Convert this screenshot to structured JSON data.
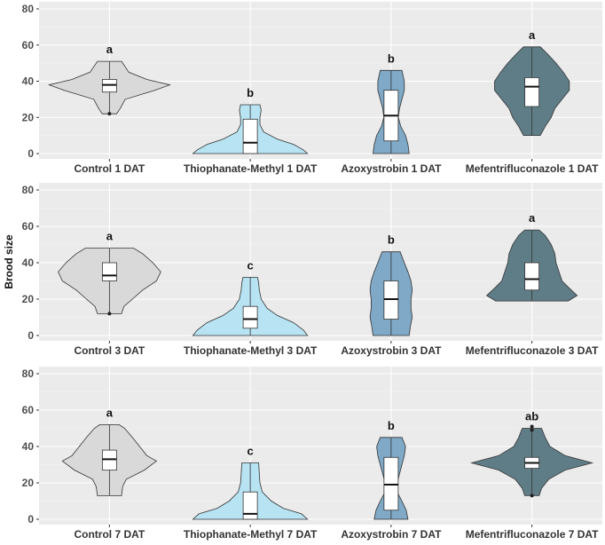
{
  "chart_data": [
    {
      "type": "violin",
      "ylim": [
        0,
        80
      ],
      "yticks": [
        0,
        20,
        40,
        60,
        80
      ],
      "grid": true,
      "ylabel": "",
      "categories": [
        "Control 1 DAT",
        "Thiophanate-Methyl 1 DAT",
        "Azoxystrobin 1 DAT",
        "Mefentrifluconazole 1 DAT"
      ],
      "letters": [
        "a",
        "b",
        "b",
        "a"
      ],
      "colors": [
        "#d9d9d9",
        "#b8e3f2",
        "#7fa9c6",
        "#5f7d87"
      ],
      "box": [
        {
          "min": 22,
          "q1": 34,
          "median": 38,
          "q3": 41,
          "max": 51,
          "outliers": [
            22
          ]
        },
        {
          "min": 0,
          "q1": 0,
          "median": 6,
          "q3": 19,
          "max": 27,
          "outliers": []
        },
        {
          "min": 0,
          "q1": 7,
          "median": 21,
          "q3": 35,
          "max": 46,
          "outliers": []
        },
        {
          "min": 10,
          "q1": 26,
          "median": 37,
          "q3": 42,
          "max": 59,
          "outliers": []
        }
      ],
      "violin": [
        [
          [
            22,
            0.12
          ],
          [
            25,
            0.18
          ],
          [
            30,
            0.26
          ],
          [
            35,
            0.75
          ],
          [
            38,
            1.0
          ],
          [
            41,
            0.62
          ],
          [
            45,
            0.32
          ],
          [
            48,
            0.26
          ],
          [
            51,
            0.2
          ]
        ],
        [
          [
            0,
            0.95
          ],
          [
            2,
            0.88
          ],
          [
            5,
            0.72
          ],
          [
            8,
            0.45
          ],
          [
            12,
            0.22
          ],
          [
            16,
            0.16
          ],
          [
            20,
            0.16
          ],
          [
            24,
            0.18
          ],
          [
            27,
            0.16
          ]
        ],
        [
          [
            0,
            0.3
          ],
          [
            5,
            0.28
          ],
          [
            10,
            0.24
          ],
          [
            15,
            0.16
          ],
          [
            20,
            0.12
          ],
          [
            25,
            0.14
          ],
          [
            30,
            0.18
          ],
          [
            35,
            0.22
          ],
          [
            40,
            0.22
          ],
          [
            46,
            0.18
          ]
        ],
        [
          [
            10,
            0.14
          ],
          [
            15,
            0.22
          ],
          [
            20,
            0.32
          ],
          [
            25,
            0.38
          ],
          [
            30,
            0.5
          ],
          [
            35,
            0.62
          ],
          [
            40,
            0.62
          ],
          [
            45,
            0.52
          ],
          [
            50,
            0.4
          ],
          [
            55,
            0.26
          ],
          [
            59,
            0.14
          ]
        ]
      ]
    },
    {
      "type": "violin",
      "ylim": [
        0,
        80
      ],
      "yticks": [
        0,
        20,
        40,
        60,
        80
      ],
      "grid": true,
      "ylabel": "Brood size",
      "categories": [
        "Control 3 DAT",
        "Thiophanate-Methyl 3 DAT",
        "Azoxystrobin 3 DAT",
        "Mefentrifluconazole 3 DAT"
      ],
      "letters": [
        "a",
        "c",
        "b",
        "a"
      ],
      "colors": [
        "#d9d9d9",
        "#b8e3f2",
        "#7fa9c6",
        "#5f7d87"
      ],
      "box": [
        {
          "min": 12,
          "q1": 30,
          "median": 33,
          "q3": 40,
          "max": 48,
          "outliers": [
            12
          ]
        },
        {
          "min": 0,
          "q1": 4,
          "median": 9,
          "q3": 16,
          "max": 32,
          "outliers": []
        },
        {
          "min": 0,
          "q1": 9,
          "median": 20,
          "q3": 30,
          "max": 46,
          "outliers": []
        },
        {
          "min": 19,
          "q1": 25,
          "median": 31,
          "q3": 40,
          "max": 58,
          "outliers": []
        }
      ],
      "violin": [
        [
          [
            12,
            0.2
          ],
          [
            16,
            0.24
          ],
          [
            20,
            0.38
          ],
          [
            25,
            0.55
          ],
          [
            30,
            0.78
          ],
          [
            35,
            0.85
          ],
          [
            40,
            0.72
          ],
          [
            45,
            0.55
          ],
          [
            48,
            0.4
          ]
        ],
        [
          [
            0,
            0.95
          ],
          [
            3,
            0.88
          ],
          [
            7,
            0.72
          ],
          [
            11,
            0.45
          ],
          [
            15,
            0.28
          ],
          [
            20,
            0.18
          ],
          [
            25,
            0.15
          ],
          [
            29,
            0.14
          ],
          [
            32,
            0.12
          ]
        ],
        [
          [
            0,
            0.3
          ],
          [
            5,
            0.32
          ],
          [
            10,
            0.35
          ],
          [
            15,
            0.33
          ],
          [
            20,
            0.33
          ],
          [
            25,
            0.35
          ],
          [
            30,
            0.33
          ],
          [
            35,
            0.28
          ],
          [
            40,
            0.22
          ],
          [
            46,
            0.15
          ]
        ],
        [
          [
            19,
            0.6
          ],
          [
            22,
            0.75
          ],
          [
            26,
            0.62
          ],
          [
            30,
            0.5
          ],
          [
            35,
            0.45
          ],
          [
            40,
            0.4
          ],
          [
            45,
            0.38
          ],
          [
            50,
            0.32
          ],
          [
            55,
            0.22
          ],
          [
            58,
            0.12
          ]
        ]
      ]
    },
    {
      "type": "violin",
      "ylim": [
        0,
        80
      ],
      "yticks": [
        0,
        20,
        40,
        60,
        80
      ],
      "grid": true,
      "ylabel": "",
      "categories": [
        "Control 7 DAT",
        "Thiophanate-Methyl 7 DAT",
        "Azoxystrobin 7 DAT",
        "Mefentrifluconazole 7 DAT"
      ],
      "letters": [
        "a",
        "c",
        "b",
        "ab"
      ],
      "colors": [
        "#d9d9d9",
        "#b8e3f2",
        "#7fa9c6",
        "#5f7d87"
      ],
      "box": [
        {
          "min": 13,
          "q1": 27,
          "median": 33,
          "q3": 38,
          "max": 52,
          "outliers": []
        },
        {
          "min": 0,
          "q1": 0,
          "median": 3,
          "q3": 15,
          "max": 31,
          "outliers": []
        },
        {
          "min": 0,
          "q1": 5,
          "median": 19,
          "q3": 34,
          "max": 45,
          "outliers": []
        },
        {
          "min": 13,
          "q1": 28,
          "median": 31,
          "q3": 34,
          "max": 50,
          "outliers": [
            13,
            49,
            51
          ]
        }
      ],
      "violin": [
        [
          [
            13,
            0.2
          ],
          [
            18,
            0.22
          ],
          [
            22,
            0.28
          ],
          [
            27,
            0.58
          ],
          [
            32,
            0.78
          ],
          [
            35,
            0.62
          ],
          [
            40,
            0.5
          ],
          [
            45,
            0.38
          ],
          [
            50,
            0.25
          ],
          [
            52,
            0.16
          ]
        ],
        [
          [
            0,
            0.95
          ],
          [
            3,
            0.85
          ],
          [
            6,
            0.55
          ],
          [
            10,
            0.35
          ],
          [
            15,
            0.2
          ],
          [
            20,
            0.16
          ],
          [
            25,
            0.15
          ],
          [
            31,
            0.14
          ]
        ],
        [
          [
            0,
            0.28
          ],
          [
            5,
            0.25
          ],
          [
            10,
            0.18
          ],
          [
            15,
            0.1
          ],
          [
            20,
            0.1
          ],
          [
            25,
            0.14
          ],
          [
            30,
            0.18
          ],
          [
            35,
            0.22
          ],
          [
            40,
            0.24
          ],
          [
            45,
            0.18
          ]
        ],
        [
          [
            13,
            0.12
          ],
          [
            17,
            0.16
          ],
          [
            22,
            0.28
          ],
          [
            27,
            0.55
          ],
          [
            31,
            1.0
          ],
          [
            35,
            0.55
          ],
          [
            40,
            0.3
          ],
          [
            45,
            0.22
          ],
          [
            50,
            0.16
          ]
        ]
      ]
    }
  ]
}
